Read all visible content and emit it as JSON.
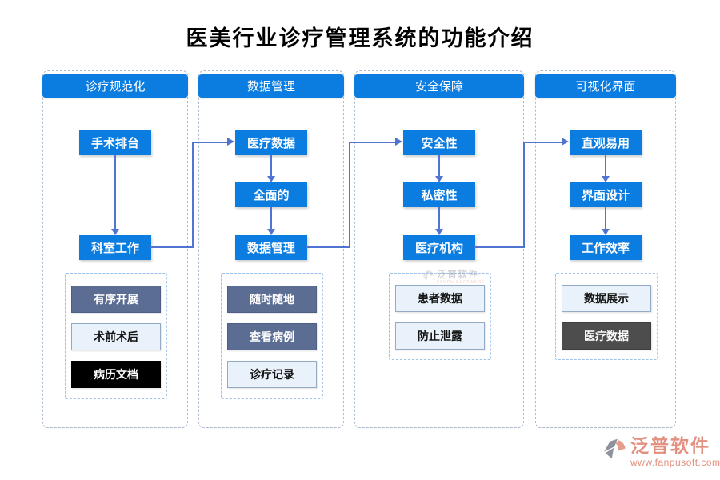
{
  "title": "医美行业诊疗管理系统的功能介绍",
  "columns": [
    {
      "header": "诊疗规范化",
      "flow": [
        "手术排台",
        "科室工作"
      ],
      "sub_items": [
        {
          "label": "有序开展",
          "style": "slate"
        },
        {
          "label": "术前术后",
          "style": "light"
        },
        {
          "label": "病历文档",
          "style": "black"
        }
      ]
    },
    {
      "header": "数据管理",
      "flow": [
        "医疗数据",
        "全面的",
        "数据管理"
      ],
      "sub_items": [
        {
          "label": "随时随地",
          "style": "slate"
        },
        {
          "label": "查看病例",
          "style": "slate"
        },
        {
          "label": "诊疗记录",
          "style": "light"
        }
      ]
    },
    {
      "header": "安全保障",
      "flow": [
        "安全性",
        "私密性",
        "医疗机构"
      ],
      "sub_items": [
        {
          "label": "患者数据",
          "style": "light"
        },
        {
          "label": "防止泄露",
          "style": "light"
        }
      ]
    },
    {
      "header": "可视化界面",
      "flow": [
        "直观易用",
        "界面设计",
        "工作效率"
      ],
      "sub_items": [
        {
          "label": "数据展示",
          "style": "light"
        },
        {
          "label": "医疗数据",
          "style": "darkgray"
        }
      ]
    }
  ],
  "watermark": {
    "name": "泛普软件",
    "subtext": "FANPU SOFTWARE"
  },
  "brand": {
    "name": "泛普软件",
    "url": "www.fanpusoft.com"
  },
  "colors": {
    "primary_blue": "#0b7ce0",
    "connector_blue": "#4f74d2",
    "slate_item": "#5c6d93",
    "light_item_bg": "#e9f1fa",
    "black_item": "#000000",
    "dark_gray_item": "#4d4d4d",
    "brand_salmon": "#e2907f"
  }
}
